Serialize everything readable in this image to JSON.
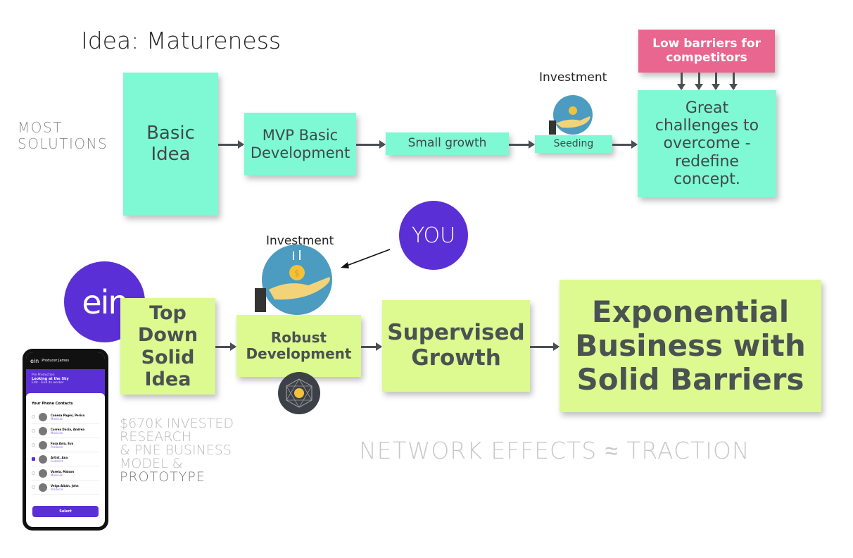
{
  "title": "Idea: Matureness",
  "row_label": "MOST SOLUTIONS",
  "top_row": {
    "basic_idea": "Basic Idea",
    "mvp": "MVP Basic Development",
    "small_growth": "Small growth",
    "seeding": "Seeding",
    "investment_label": "Investment",
    "challenges": "Great challenges to overcome - redefine concept.",
    "barriers": "Low barriers for competitors"
  },
  "bottom_row": {
    "top_down": "Top Down Solid Idea",
    "robust": "Robust Development",
    "supervised": "Supervised Growth",
    "exponential": "Exponential Business with Solid Barriers",
    "investment_label": "Investment",
    "you": "YOU"
  },
  "logo": "ein",
  "invested_lines": [
    "$670K INVESTED",
    "RESEARCH",
    "& PNE BUSINESS",
    "MODEL &",
    "PROTOTYPE"
  ],
  "network_effects": "NETWORK EFFECTS ≈ TRACTION",
  "phone": {
    "user": "Producer James",
    "stage": "Pre Production",
    "project": "Looking at the Sky",
    "edit_line": "Edit · Find its worker",
    "list_title": "Your Phone Contacts",
    "contacts": [
      {
        "name": "Conesa Pagés, Perico",
        "role": "Músician",
        "checked": false
      },
      {
        "name": "Correa Dacia, Andrea",
        "role": "Músician",
        "checked": false
      },
      {
        "name": "Fasa Avia, Eva",
        "role": "Producer",
        "checked": false
      },
      {
        "name": "Artist, Ana",
        "role": "Guitarist",
        "checked": true
      },
      {
        "name": "Varela, Maison",
        "role": "Músician",
        "checked": false
      },
      {
        "name": "Veiga Albán, John",
        "role": "Producer",
        "checked": false
      }
    ],
    "select_label": "Select"
  },
  "colors": {
    "teal": "#7ff8d4",
    "green": "#dcfa8f",
    "pink": "#e8668f",
    "purple": "#5b2fd6"
  }
}
